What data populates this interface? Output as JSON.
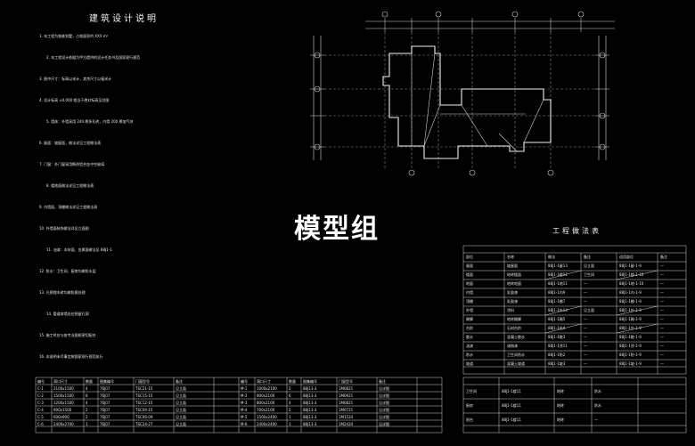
{
  "drawing": {
    "notes_title": "建筑设计说明",
    "table_title": "工程做法表",
    "watermark": "模型组",
    "notes": [
      "1. 本工程为独栋别墅，占地面积约 XXX m²",
      "2. 本工程设计依据为甲方提供的设计任务书及国家现行规范",
      "3. 图中尺寸：标高以米计，其余尺寸以毫米计",
      "4. 设计标高 ±0.000 相当于绝对标高见总图",
      "5. 墙体：外墙采用 240 厚多孔砖，内墙 200 厚加气块",
      "6. 屋面：坡屋面，做法详见工程做法表",
      "7. 门窗：外门窗采用断桥铝合金中空玻璃",
      "8. 楼地面做法详见工程做法表",
      "9. 内墙面、顶棚做法详见工程做法表",
      "10. 外墙面装饰做法详见立面图",
      "11. 油漆：木材面、金属面做法见 88J1-1",
      "12. 防水：卫生间、厨房均做防水层",
      "13. 凡预埋木砖均做防腐处理",
      "14. 管道穿墙处应预留孔洞",
      "15. 施工时应与各专业图纸密切配合",
      "16. 本说明未尽事宜按国家现行规范执行"
    ],
    "door_window_headers": [
      "编号",
      "洞口尺寸",
      "数量",
      "图集编号",
      "门窗型号",
      "备注"
    ],
    "door_window_rows": [
      [
        "C-1",
        "2100x1500",
        "4",
        "76J07",
        "TSC21-15",
        "见立面"
      ],
      [
        "C-2",
        "1500x1500",
        "6",
        "76J07",
        "TSC15-15",
        "见立面"
      ],
      [
        "C-3",
        "1200x1500",
        "4",
        "76J07",
        "TSC12-15",
        "见立面"
      ],
      [
        "C-4",
        "900x1500",
        "2",
        "76J07",
        "TSC09-15",
        "见立面"
      ],
      [
        "C-5",
        "600x900",
        "2",
        "76J07",
        "TSC06-09",
        "见立面"
      ],
      [
        "C-6",
        "2400x2700",
        "1",
        "76J07",
        "TSC24-27",
        "见立面"
      ]
    ],
    "door_rows": [
      [
        "M-1",
        "1000x2100",
        "2",
        "88J13-3",
        "1M0821",
        "见详图"
      ],
      [
        "M-2",
        "900x2100",
        "6",
        "88J13-3",
        "1M0921",
        "见详图"
      ],
      [
        "M-3",
        "800x2100",
        "4",
        "88J13-3",
        "1M0821",
        "见详图"
      ],
      [
        "M-4",
        "700x2100",
        "2",
        "88J13-3",
        "1M0721",
        "见详图"
      ],
      [
        "M-5",
        "1500x2400",
        "1",
        "88J13-3",
        "1M1524",
        "见详图"
      ],
      [
        "M-6",
        "2400x2400",
        "1",
        "88J13-3",
        "1M2424",
        "见详图"
      ]
    ],
    "spec_headers": [
      "部位",
      "名称",
      "做法",
      "备注",
      "适用部位",
      "备注"
    ],
    "spec_rows": [
      [
        "屋面",
        "坡屋面",
        "88J1-1屋13",
        "见立面",
        "88J1-1屋-1-9",
        "—"
      ],
      [
        "楼面",
        "地砖楼面",
        "88J1-1楼11",
        "卫生间",
        "88J1-1楼-1-10",
        "—"
      ],
      [
        "地面",
        "地砖地面",
        "88J1-1地11",
        "—",
        "88J1-1地-1-10",
        "—"
      ],
      [
        "内墙",
        "乳胶漆",
        "88J1-1内9",
        "—",
        "88J1-1内-1-9",
        "—"
      ],
      [
        "顶棚",
        "乳胶漆",
        "88J1-1棚7",
        "—",
        "88J1-1棚-1-9",
        "—"
      ],
      [
        "外墙",
        "涂料",
        "88J1-1外14",
        "见立面",
        "88J1-1外-1-9",
        "—"
      ],
      [
        "踢脚",
        "地砖踢脚",
        "88J1-1踢5",
        "—",
        "88J1-1踢-1-9",
        "—"
      ],
      [
        "台阶",
        "石材台阶",
        "88J1-1台4",
        "—",
        "88J1-1台-1-9",
        "—"
      ],
      [
        "散水",
        "混凝土散水",
        "88J1-1散3",
        "—",
        "88J1-1散-1-9",
        "—"
      ],
      [
        "油漆",
        "调和漆",
        "88J1-1涂11",
        "—",
        "88J1-1涂-1-9",
        "—"
      ],
      [
        "防水",
        "卫生间防水",
        "88J1-1防2",
        "—",
        "88J1-1防-1-9",
        "—"
      ],
      [
        "坡道",
        "混凝土坡道",
        "88J1-1坡3",
        "—",
        "88J1-1坡-1-9",
        "—"
      ]
    ],
    "bottom_rows": [
      [
        "卫生间",
        "88J1-1楼11",
        "地砖",
        "防水"
      ],
      [
        "厨房",
        "88J1-1楼11",
        "地砖",
        "防水"
      ],
      [
        "阳台",
        "88J1-1楼11",
        "地砖",
        "—"
      ]
    ]
  }
}
